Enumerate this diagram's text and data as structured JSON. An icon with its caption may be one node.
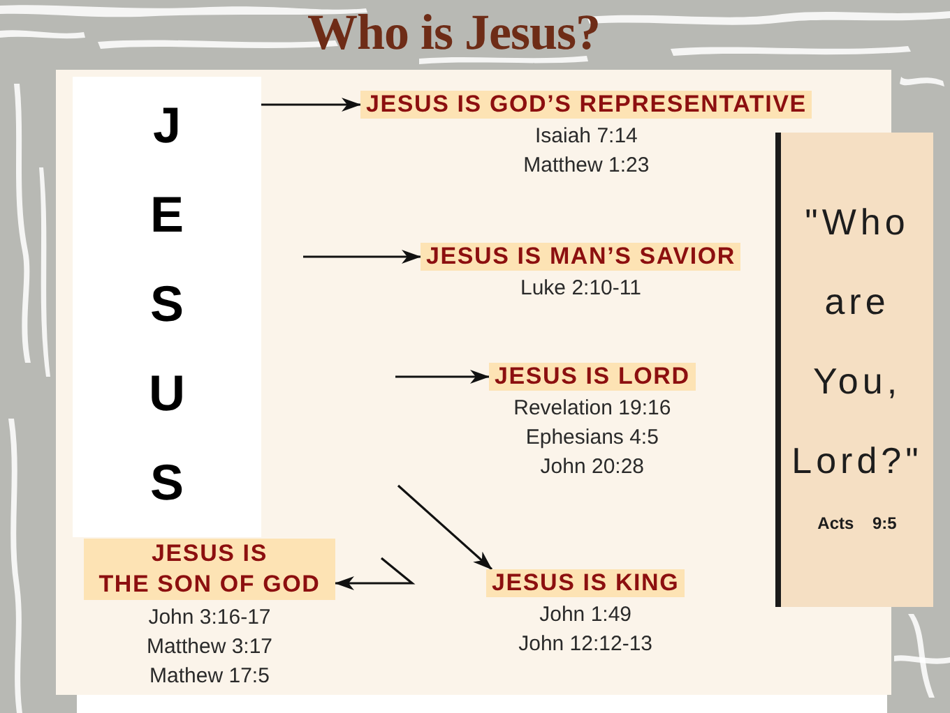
{
  "diagram": {
    "title": "Who is Jesus?",
    "nodes": [
      {
        "text": [
          "JESUS"
        ]
      },
      {
        "text": [
          "JESUS IS GOD’S REPRESENTATIVE"
        ],
        "beside": [
          "Isaiah 7:14",
          "Matthew 1:23"
        ]
      },
      {
        "text": [
          "JESUS IS MAN’S SAVIOR"
        ],
        "beside": [
          "Luke 2:10-11"
        ]
      },
      {
        "text": [
          "JESUS IS LORD"
        ],
        "beside": [
          "Revelation 19:16",
          "Ephesians 4:5",
          "John 20:28"
        ]
      },
      {
        "text": [
          "JESUS IS KING"
        ],
        "beside": [
          "John 1:49",
          "John 12:12-13"
        ]
      },
      {
        "text": [
          "JESUS IS THE SON OF GOD"
        ],
        "beside": [
          "John 3:16-17",
          "Matthew 3:17",
          "Mathew 17:5"
        ]
      },
      {
        "text": [
          "\"Who are You, Lord?\"",
          "Acts 9:5"
        ]
      }
    ],
    "edges": [
      {
        "from": 0,
        "to": 1,
        "arrow": "to"
      },
      {
        "from": null,
        "to": 2,
        "arrow": "to"
      },
      {
        "from": null,
        "to": 3,
        "arrow": "to"
      },
      {
        "from": null,
        "to": 4,
        "arrow": "to"
      },
      {
        "from": null,
        "to": 5,
        "arrow": "to"
      }
    ]
  }
}
